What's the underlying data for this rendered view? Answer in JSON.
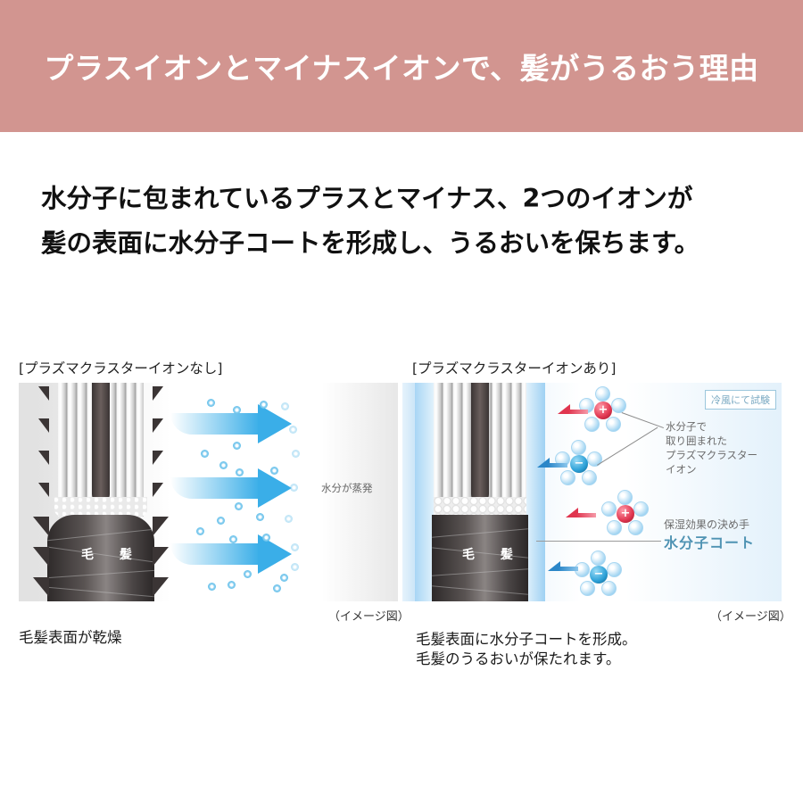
{
  "header": {
    "title": "プラスイオンとマイナスイオンで、髪がうるおう理由",
    "background_color": "#d29590"
  },
  "lead": {
    "lines": [
      "水分子に包まれているプラスとマイナス、2つのイオンが",
      "髪の表面に水分子コートを形成し、うるおいを保ちます。"
    ]
  },
  "comparison": {
    "without": {
      "caption": "[プラズマクラスターイオンなし]",
      "hair_label": "毛 髪",
      "evaporation_label": "水分が蒸発",
      "image_note": "（イメージ図）",
      "description": "毛髪表面が乾燥",
      "arrow_color": "#3aaee8"
    },
    "with": {
      "caption": "[プラズマクラスターイオンあり]",
      "hair_label": "毛 髪",
      "test_condition": "冷風にて試験",
      "ion_callout": [
        "水分子で",
        "取り囲まれた",
        "プラズマクラスター",
        "イオン"
      ],
      "coat_subtitle": "保湿効果の決め手",
      "coat_title": "水分子コート",
      "image_note": "（イメージ図）",
      "description_lines": [
        "毛髪表面に水分子コートを形成。",
        "毛髪のうるおいが保たれます。"
      ],
      "ions": [
        {
          "sign": "+",
          "type": "plus",
          "color": "#e0354f"
        },
        {
          "sign": "−",
          "type": "minus",
          "color": "#2a9fd6"
        },
        {
          "sign": "+",
          "type": "plus",
          "color": "#e0354f"
        },
        {
          "sign": "−",
          "type": "minus",
          "color": "#2a9fd6"
        }
      ],
      "accent_color": "#4f93b3"
    }
  }
}
